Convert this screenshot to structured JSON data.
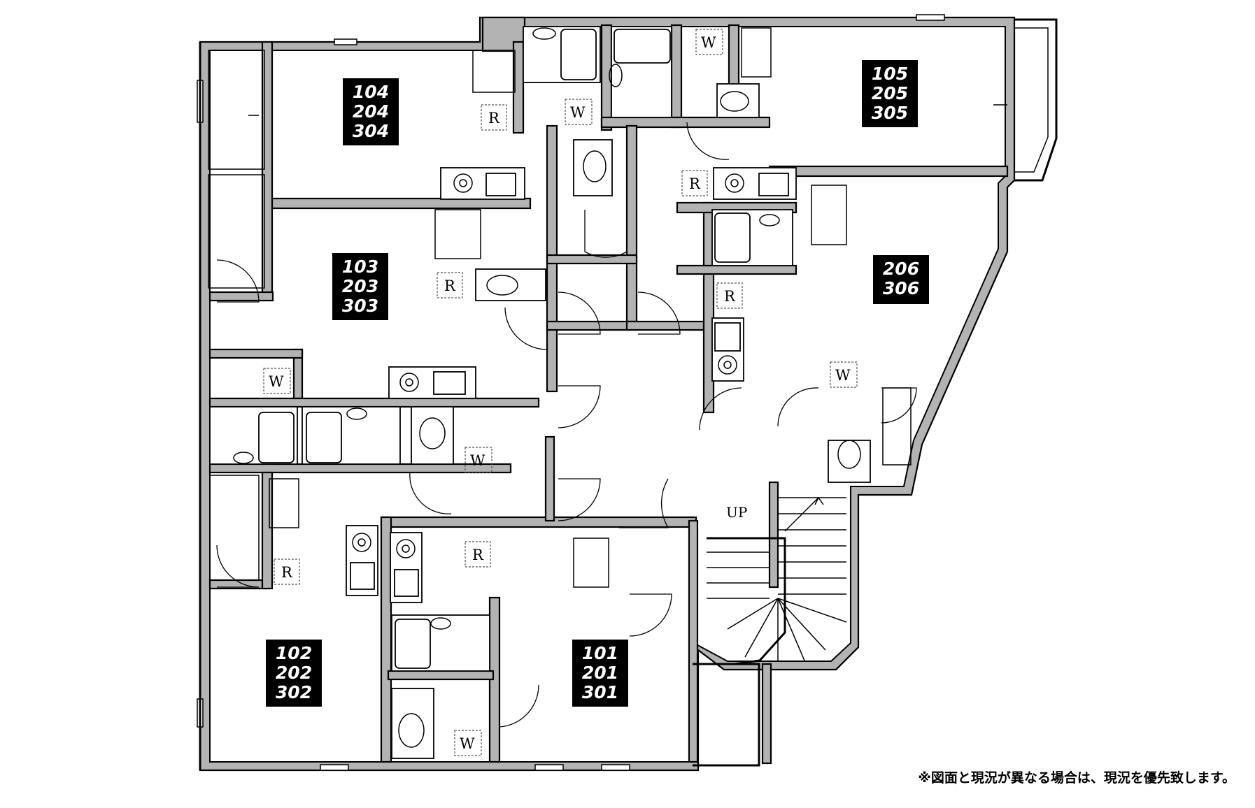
{
  "units": [
    {
      "id": "unit-104",
      "lines": [
        "104",
        "204",
        "304"
      ]
    },
    {
      "id": "unit-105",
      "lines": [
        "105",
        "205",
        "305"
      ]
    },
    {
      "id": "unit-103",
      "lines": [
        "103",
        "203",
        "303"
      ]
    },
    {
      "id": "unit-206",
      "lines": [
        "206",
        "306"
      ]
    },
    {
      "id": "unit-102",
      "lines": [
        "102",
        "202",
        "302"
      ]
    },
    {
      "id": "unit-101",
      "lines": [
        "101",
        "201",
        "301"
      ]
    }
  ],
  "symbols": {
    "refrigerator": "R",
    "washer": "W"
  },
  "stair_label": "UP",
  "note": "※図面と現況が異なる場合は、現況を優先致します。",
  "colors": {
    "wall": "#b3b3b3",
    "line": "#000000",
    "label_bg": "#000000",
    "label_text": "#ffffff"
  }
}
